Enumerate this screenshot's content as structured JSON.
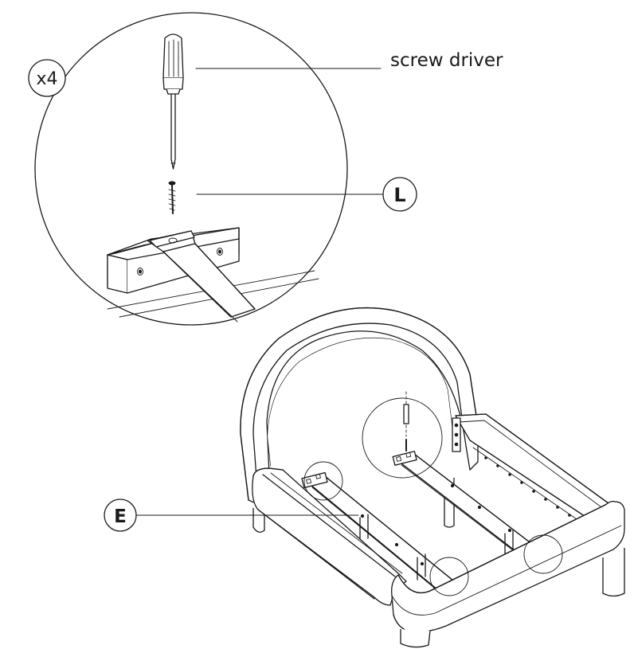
{
  "callouts": {
    "quantity": "x4",
    "tool_label": "screw driver",
    "screw_part": "L",
    "slat_part": "E"
  },
  "colors": {
    "line": "#1a1a1a",
    "background": "#ffffff"
  },
  "icons": {
    "tool": "screwdriver-icon",
    "fastener": "screw-icon"
  }
}
